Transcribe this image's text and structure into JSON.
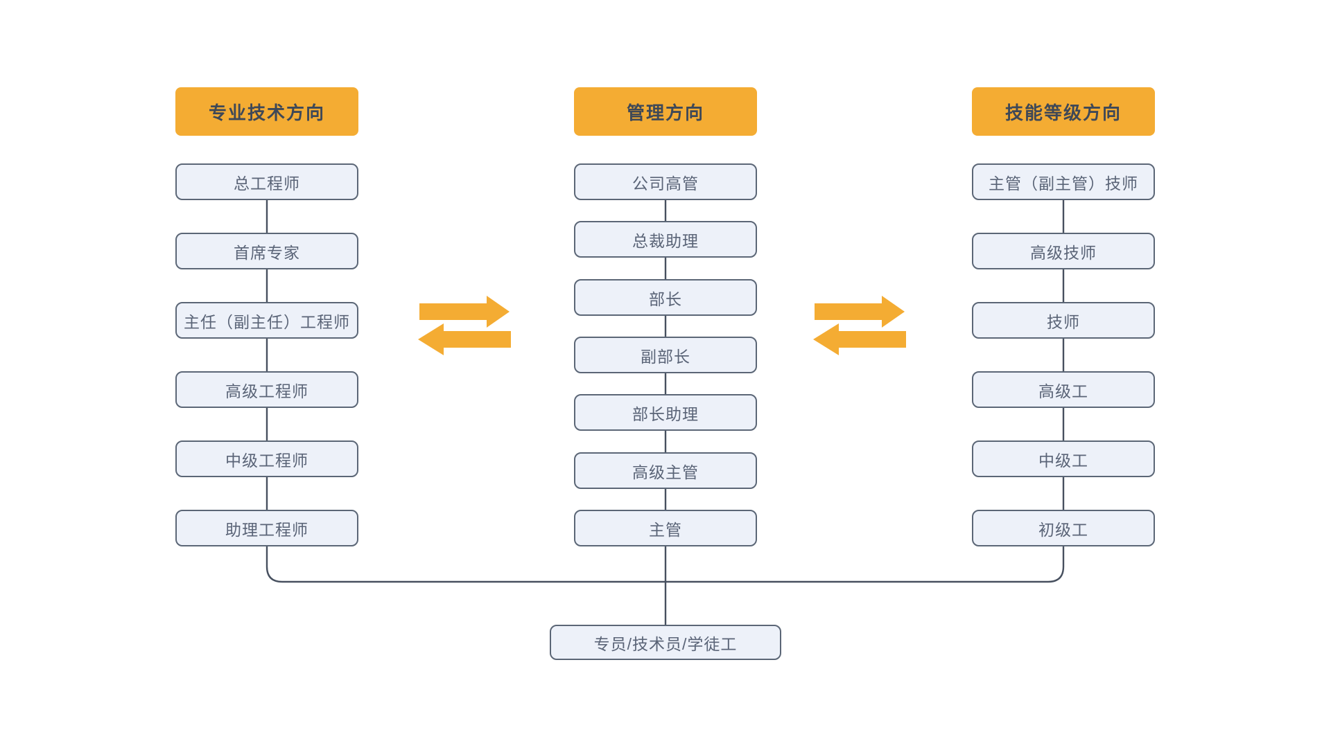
{
  "colors": {
    "accent_orange": "#F4AC33",
    "box_fill": "#EDF1F9",
    "box_border": "#5B6676",
    "box_text": "#5A6477",
    "header_text": "#3E4857",
    "line": "#47505F",
    "background": "#FFFFFF"
  },
  "diagram": {
    "icons": [
      "swap-arrows-left",
      "swap-arrows-right"
    ],
    "columns": [
      {
        "header": "专业技术方向",
        "items": [
          "总工程师",
          "首席专家",
          "主任（副主任）工程师",
          "高级工程师",
          "中级工程师",
          "助理工程师"
        ]
      },
      {
        "header": "管理方向",
        "items": [
          "公司高管",
          "总裁助理",
          "部长",
          "副部长",
          "部长助理",
          "高级主管",
          "主管"
        ]
      },
      {
        "header": "技能等级方向",
        "items": [
          "主管（副主管）技师",
          "高级技师",
          "技师",
          "高级工",
          "中级工",
          "初级工"
        ]
      }
    ],
    "base": "专员/技术员/学徒工"
  }
}
